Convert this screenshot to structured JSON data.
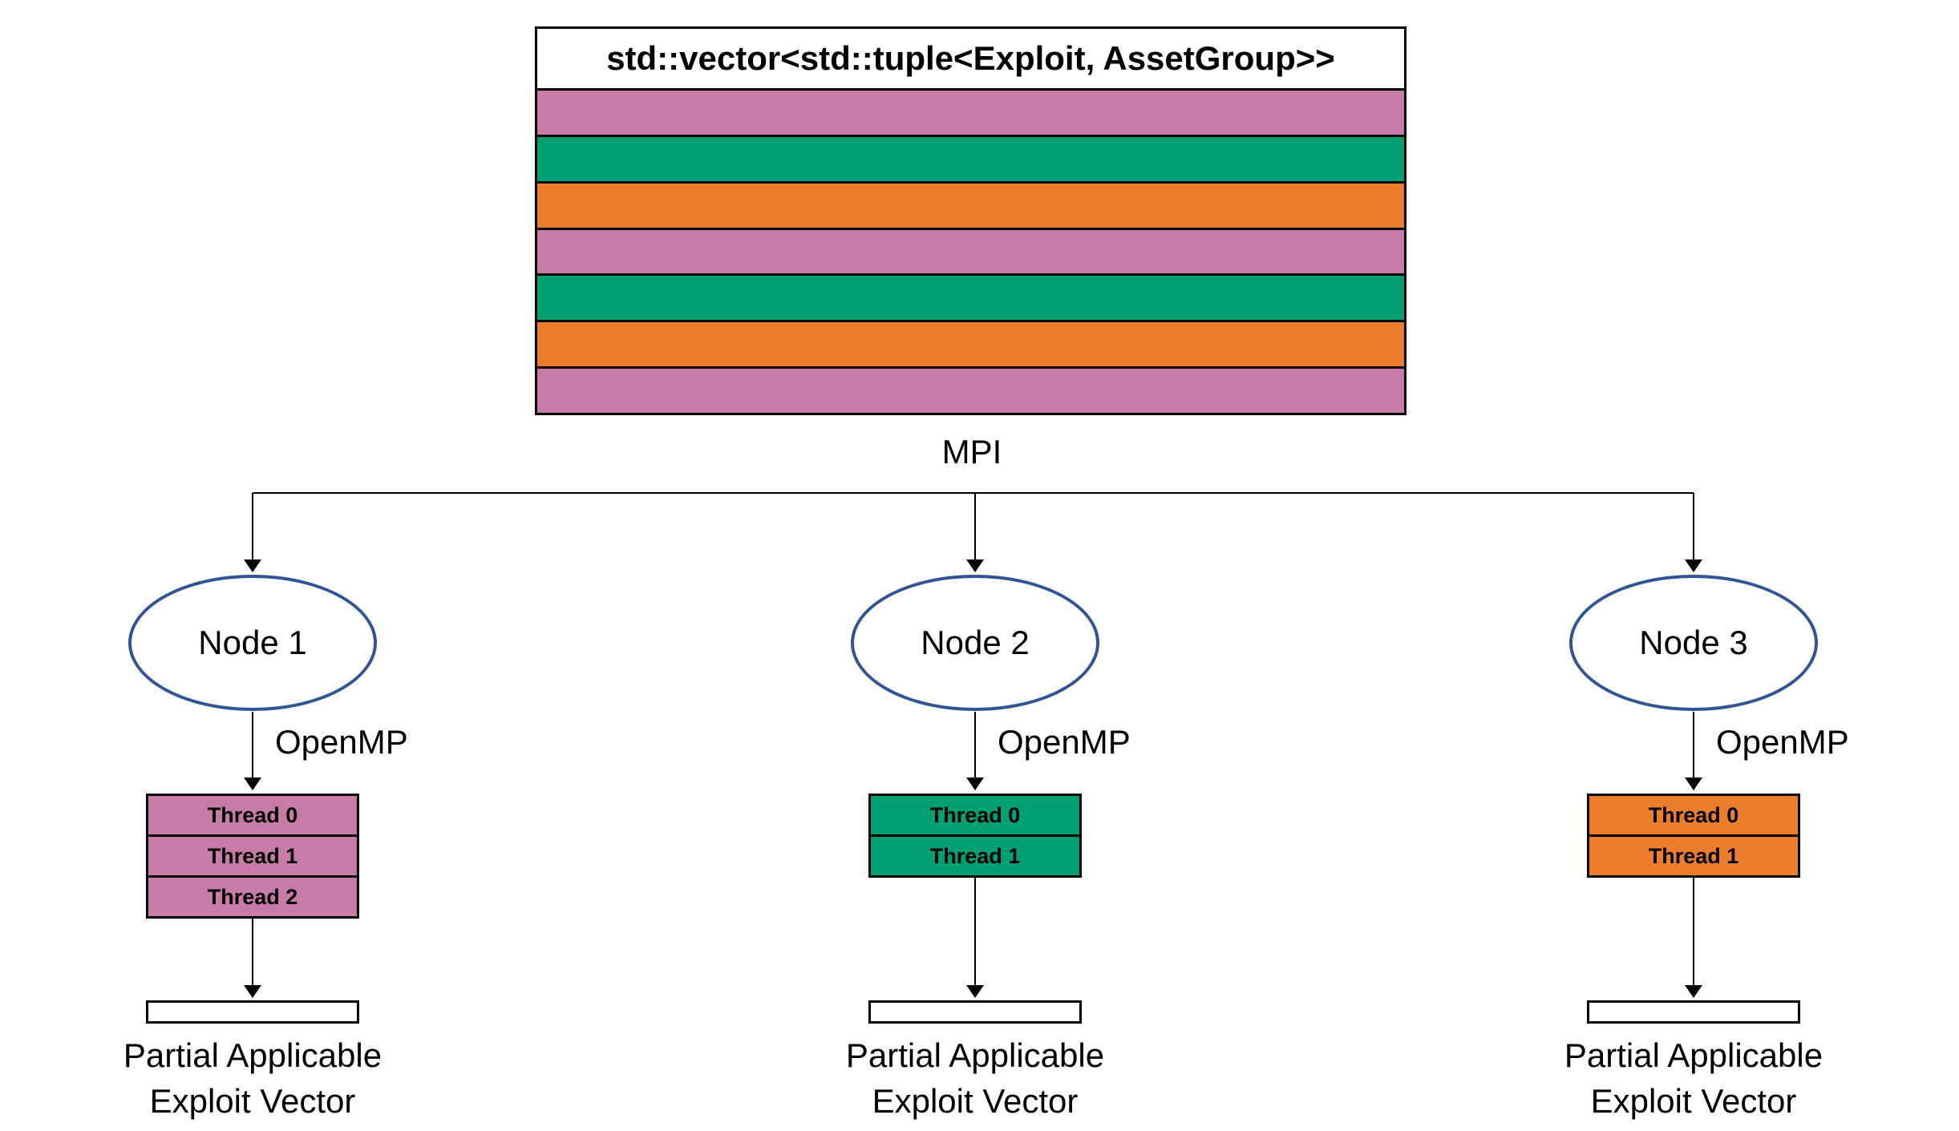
{
  "colors": {
    "pink": "#C77BA7",
    "green": "#00A073",
    "orange": "#EC7D2D",
    "node_border_blue": "#2F5596",
    "line_black": "#000000",
    "background": "#FFFFFF"
  },
  "vector_box": {
    "title": "std::vector<std::tuple<Exploit, AssetGroup>>",
    "stripes": [
      "pink",
      "green",
      "orange",
      "pink",
      "green",
      "orange",
      "pink"
    ]
  },
  "mpi_label": "MPI",
  "branches": [
    {
      "node_label": "Node 1",
      "openmp_label": "OpenMP",
      "threads": [
        "Thread 0",
        "Thread 1",
        "Thread 2"
      ],
      "thread_color": "pink",
      "output_label_line1": "Partial Applicable",
      "output_label_line2": "Exploit Vector"
    },
    {
      "node_label": "Node 2",
      "openmp_label": "OpenMP",
      "threads": [
        "Thread 0",
        "Thread 1"
      ],
      "thread_color": "green",
      "output_label_line1": "Partial Applicable",
      "output_label_line2": "Exploit Vector"
    },
    {
      "node_label": "Node 3",
      "openmp_label": "OpenMP",
      "threads": [
        "Thread 0",
        "Thread 1"
      ],
      "thread_color": "orange",
      "output_label_line1": "Partial Applicable",
      "output_label_line2": "Exploit Vector"
    }
  ]
}
